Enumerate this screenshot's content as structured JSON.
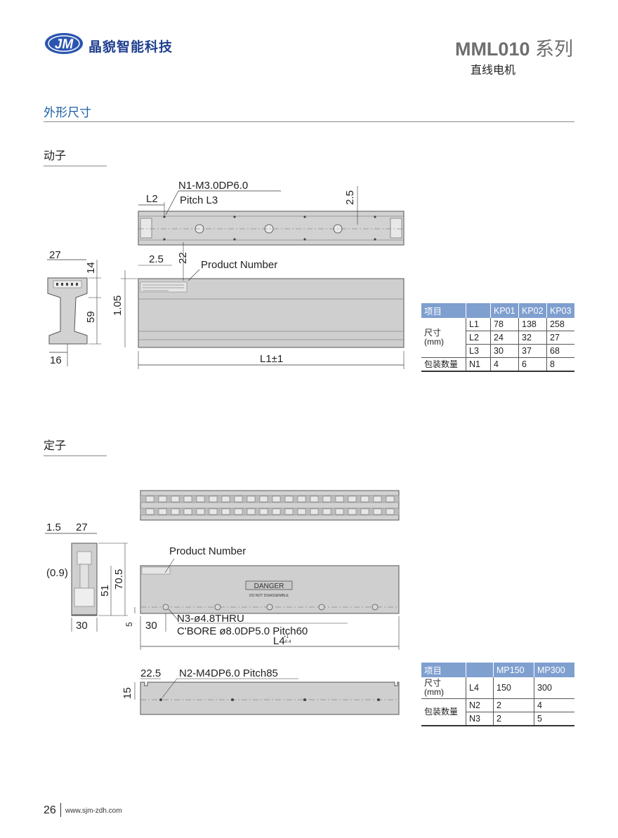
{
  "header": {
    "logo_mark": "JM",
    "brand": "晶貌智能科技",
    "series_code": "MML010",
    "series_word": " 系列",
    "subtitle": "直线电机"
  },
  "section_title": "外形尺寸",
  "mover": {
    "title": "动子",
    "labels": {
      "d27": "27",
      "d14": "14",
      "d59": "59",
      "d16": "16",
      "l2": "L2",
      "hole": "N1-M3.0DP6.0",
      "pitch": "Pitch L3",
      "d2_5v": "2.5",
      "d2_5h": "2.5",
      "d22": "22",
      "product": "Product Number",
      "d1_05": "1.05",
      "l1": "L1±1"
    },
    "table": {
      "header": [
        "项目",
        "",
        "KP01",
        "KP02",
        "KP03"
      ],
      "group1": "尺寸",
      "group1_unit": "(mm)",
      "group2": "包装数量",
      "rows": [
        {
          "key": "L1",
          "v": [
            "78",
            "138",
            "258"
          ]
        },
        {
          "key": "L2",
          "v": [
            "24",
            "32",
            "27"
          ]
        },
        {
          "key": "L3",
          "v": [
            "30",
            "37",
            "68"
          ]
        },
        {
          "key": "N1",
          "v": [
            "4",
            "6",
            "8"
          ]
        }
      ]
    }
  },
  "stator": {
    "title": "定子",
    "labels": {
      "d1_5": "1.5",
      "d27": "27",
      "d0_9": "(0.9)",
      "d51": "51",
      "d70_5": "70.5",
      "d30a": "30",
      "product": "Product Number",
      "danger": "DANGER",
      "danger_sub": "DO NOT DISASSEMBLE",
      "d5": "5",
      "d30b": "30",
      "n3": "N3-ø4.8THRU",
      "cbore": "C'BORE ø8.0DP5.0 Pitch60",
      "l4": "L4",
      "l4_tol_up": "+1",
      "l4_tol_dn": "-0.4",
      "d22_5": "22.5",
      "n2": "N2-M4DP6.0 Pitch85",
      "d15": "15"
    },
    "table": {
      "header": [
        "项目",
        "",
        "MP150",
        "MP300"
      ],
      "group1": "尺寸",
      "group1_unit": "(mm)",
      "group2": "包装数量",
      "rows": [
        {
          "key": "L4",
          "v": [
            "150",
            "300"
          ]
        },
        {
          "key": "N2",
          "v": [
            "2",
            "4"
          ]
        },
        {
          "key": "N3",
          "v": [
            "2",
            "5"
          ]
        }
      ]
    }
  },
  "footer": {
    "page": "26",
    "site": "www.sjm-zdh.com"
  },
  "colors": {
    "brand_blue": "#1f3f8f",
    "section_blue": "#1a5ea8",
    "table_header": "#7f9fcf",
    "part_gray": "#cfcfcf"
  }
}
